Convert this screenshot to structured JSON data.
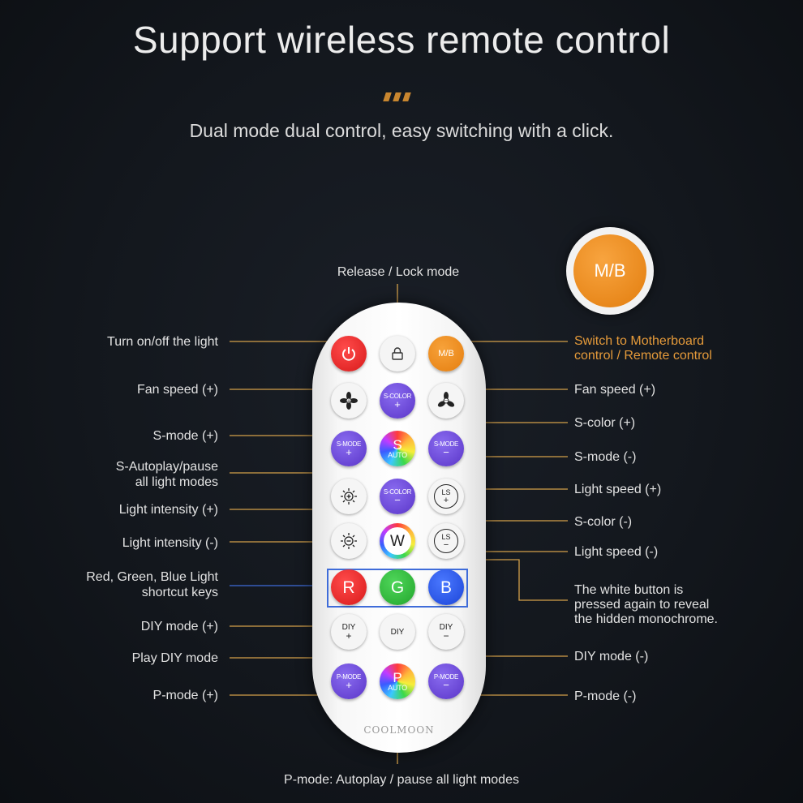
{
  "header": {
    "title": "Support wireless remote control",
    "subtitle": "Dual mode dual control, easy switching with a click."
  },
  "badge": {
    "label": "M/B"
  },
  "remote": {
    "brand": "COOLMOON",
    "buttons": {
      "power": "power-icon",
      "lock": "lock-icon",
      "mb": "M/B",
      "fan_plus": "fan-plus-icon",
      "scolor_plus": [
        "S-COLOR",
        "+"
      ],
      "fan_minus": "fan-minus-icon",
      "smode_plus": [
        "S-MODE",
        "+"
      ],
      "s_auto": [
        "S",
        "AUTO"
      ],
      "smode_minus": [
        "S-MODE",
        "−"
      ],
      "bright_plus": "brightness-plus-icon",
      "scolor_minus": [
        "S-COLOR",
        "−"
      ],
      "ls_plus": [
        "LS",
        "+"
      ],
      "bright_minus": "brightness-minus-icon",
      "white": "W",
      "ls_minus": [
        "LS",
        "−"
      ],
      "red": "R",
      "green": "G",
      "blue": "B",
      "diy_plus": [
        "DIY",
        "+"
      ],
      "diy": "DIY",
      "diy_minus": [
        "DIY",
        "−"
      ],
      "pmode_plus": [
        "P-MODE",
        "+"
      ],
      "p_auto": [
        "P",
        "AUTO"
      ],
      "pmode_minus": [
        "P-MODE",
        "−"
      ]
    }
  },
  "labels": {
    "release_lock": "Release / Lock mode",
    "power": "Turn on/off the light",
    "fan_plus_left": "Fan speed (+)",
    "smode_plus": "S-mode (+)",
    "s_autoplay_1": "S-Autoplay/pause",
    "s_autoplay_2": "all light modes",
    "light_int_plus": "Light intensity (+)",
    "light_int_minus": "Light intensity (-)",
    "rgb_1": "Red, Green, Blue Light",
    "rgb_2": "shortcut keys",
    "diy_plus": "DIY mode (+)",
    "play_diy": "Play DIY mode",
    "pmode_plus": "P-mode (+)",
    "switch_mb_1": "Switch to Motherboard",
    "switch_mb_2": "control / Remote control",
    "fan_plus_right": "Fan speed (+)",
    "scolor_plus": "S-color (+)",
    "smode_minus": "S-mode (-)",
    "light_speed_plus": "Light speed (+)",
    "scolor_minus": "S-color (-)",
    "light_speed_minus": "Light speed (-)",
    "white_1": "The white button is",
    "white_2": "pressed again to reveal",
    "white_3": "the hidden monochrome.",
    "diy_minus": "DIY mode (-)",
    "pmode_minus": "P-mode (-)",
    "pmode_auto": "P-mode: Autoplay / pause all light modes"
  },
  "colors": {
    "leader": "#d4a04a",
    "rgb_box": "#3f6cd9",
    "accent_text": "#e59a3a"
  }
}
